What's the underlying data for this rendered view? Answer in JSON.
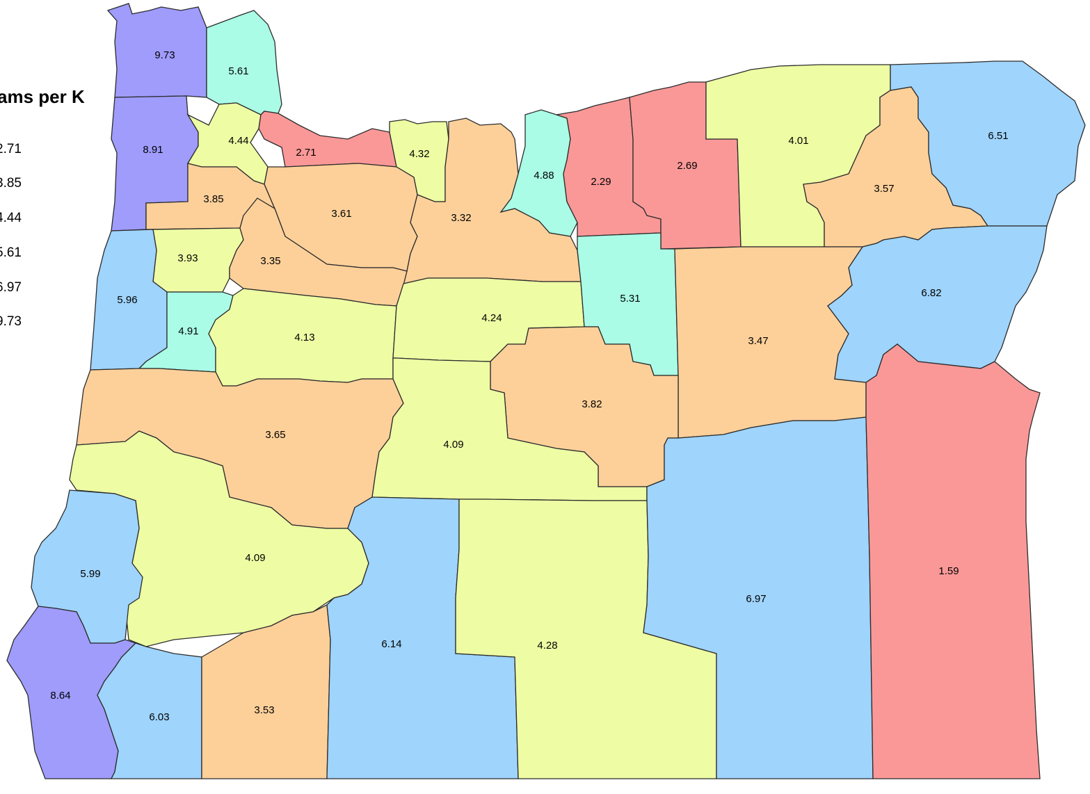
{
  "legend": {
    "title": "ams per K",
    "breaks": [
      "2.71",
      "3.85",
      "4.44",
      "5.61",
      "6.97",
      "9.73"
    ]
  },
  "colors": {
    "class1": "#fa9898",
    "class2": "#fdd09a",
    "class3": "#eefda4",
    "class4": "#aafce6",
    "class5": "#9fd4fc",
    "class6": "#9f9cfc",
    "outline": "#2b2b2b"
  },
  "counties": [
    {
      "id": "clatsop",
      "label": "9.73",
      "class": "class6"
    },
    {
      "id": "columbia",
      "label": "5.61",
      "class": "class4"
    },
    {
      "id": "tillamook",
      "label": "8.91",
      "class": "class6"
    },
    {
      "id": "washington",
      "label": "4.44",
      "class": "class3"
    },
    {
      "id": "multnomah",
      "label": "2.71",
      "class": "class1"
    },
    {
      "id": "hood-river",
      "label": "4.32",
      "class": "class3"
    },
    {
      "id": "sherman",
      "label": "4.88",
      "class": "class4"
    },
    {
      "id": "gilliam",
      "label": "2.29",
      "class": "class1"
    },
    {
      "id": "morrow",
      "label": "2.69",
      "class": "class1"
    },
    {
      "id": "umatilla",
      "label": "4.01",
      "class": "class3"
    },
    {
      "id": "union",
      "label": "3.57",
      "class": "class2"
    },
    {
      "id": "wallowa",
      "label": "6.51",
      "class": "class5"
    },
    {
      "id": "yamhill",
      "label": "3.85",
      "class": "class2"
    },
    {
      "id": "clackamas",
      "label": "3.61",
      "class": "class2"
    },
    {
      "id": "wasco",
      "label": "3.32",
      "class": "class2"
    },
    {
      "id": "polk",
      "label": "3.93",
      "class": "class3"
    },
    {
      "id": "marion",
      "label": "3.35",
      "class": "class2"
    },
    {
      "id": "lincoln",
      "label": "5.96",
      "class": "class5"
    },
    {
      "id": "benton",
      "label": "4.91",
      "class": "class4"
    },
    {
      "id": "linn",
      "label": "4.13",
      "class": "class3"
    },
    {
      "id": "jefferson",
      "label": "4.24",
      "class": "class3"
    },
    {
      "id": "wheeler",
      "label": "5.31",
      "class": "class4"
    },
    {
      "id": "grant",
      "label": "3.47",
      "class": "class2"
    },
    {
      "id": "baker",
      "label": "6.82",
      "class": "class5"
    },
    {
      "id": "crook",
      "label": "3.82",
      "class": "class2"
    },
    {
      "id": "lane",
      "label": "3.65",
      "class": "class2"
    },
    {
      "id": "deschutes",
      "label": "4.09",
      "class": "class3"
    },
    {
      "id": "douglas",
      "label": "4.09",
      "class": "class3"
    },
    {
      "id": "coos",
      "label": "5.99",
      "class": "class5"
    },
    {
      "id": "curry",
      "label": "8.64",
      "class": "class6"
    },
    {
      "id": "josephine",
      "label": "6.03",
      "class": "class5"
    },
    {
      "id": "jackson",
      "label": "3.53",
      "class": "class2"
    },
    {
      "id": "klamath",
      "label": "6.14",
      "class": "class5"
    },
    {
      "id": "lake",
      "label": "4.28",
      "class": "class3"
    },
    {
      "id": "harney",
      "label": "6.97",
      "class": "class5"
    },
    {
      "id": "malheur",
      "label": "1.59",
      "class": "class1"
    }
  ]
}
